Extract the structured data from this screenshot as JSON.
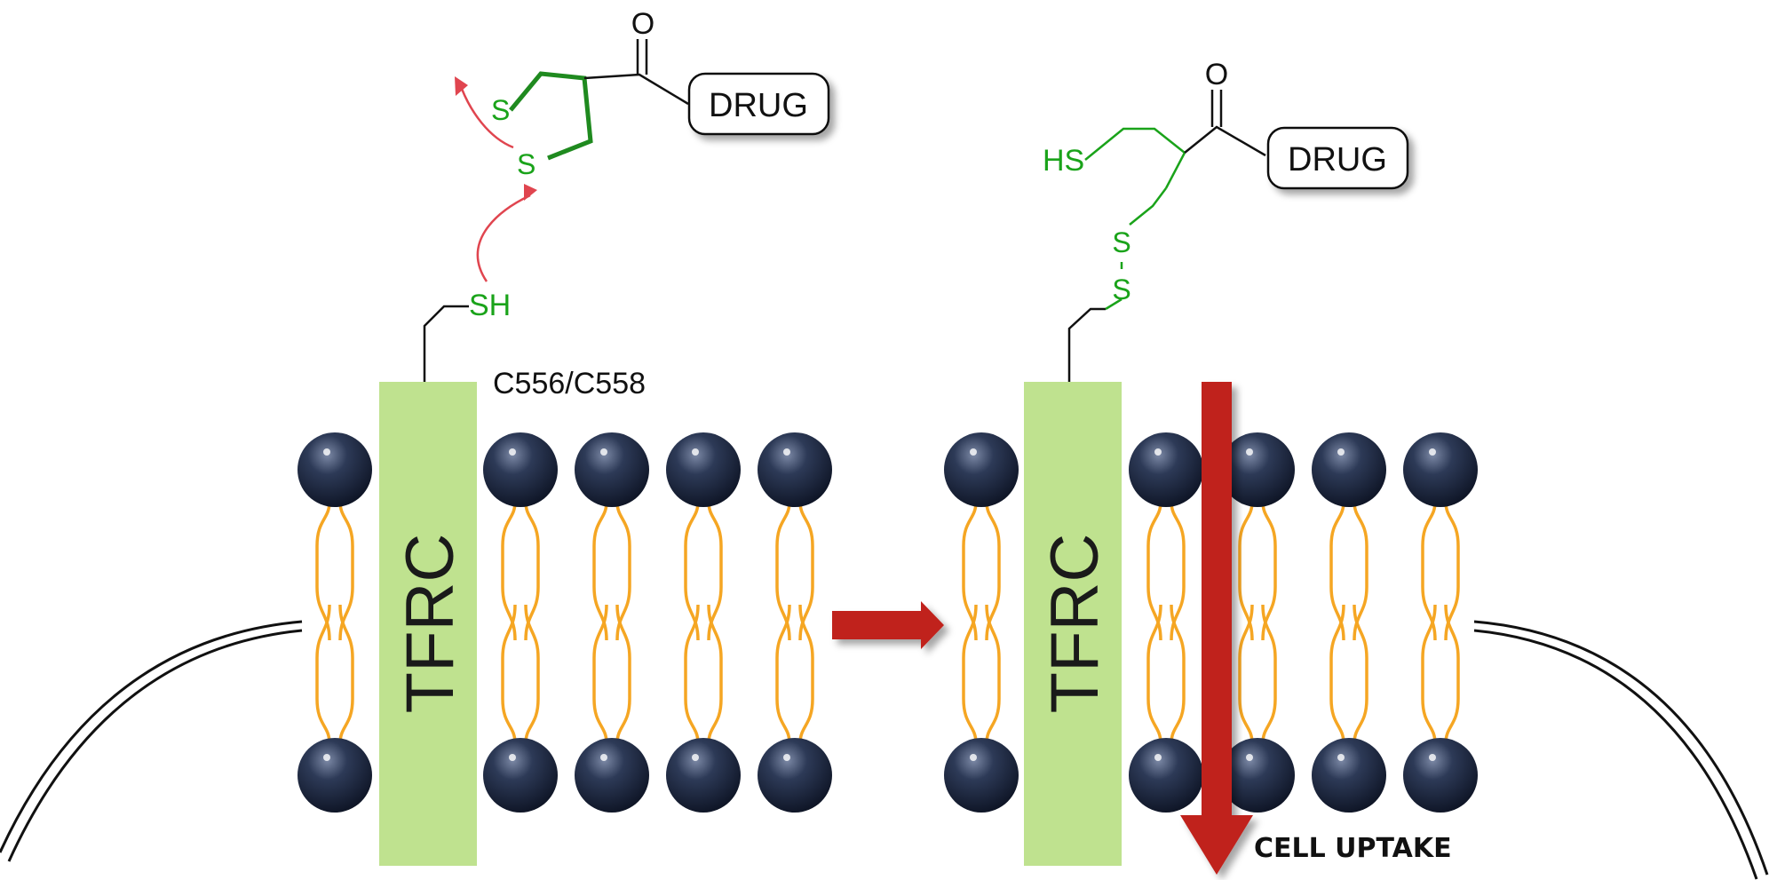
{
  "colors": {
    "protein": "#bfe28f",
    "lipid_tail": "#f5a623",
    "head": "#1f2a44",
    "green": "#1aa31a",
    "dark_green": "#1f8a1f",
    "arrow_red": "#c0201a",
    "curly_red": "#e0454f"
  },
  "left": {
    "protein_label": "TFRC",
    "thiol_label": "SH",
    "residue_label": "C556/C558",
    "ring_s_top": "S",
    "ring_s_bottom": "S",
    "carbonyl_o": "O",
    "drug_label": "DRUG"
  },
  "right": {
    "protein_label": "TFRC",
    "thiol_label": "HS",
    "s_top": "S",
    "s_bottom": "S",
    "carbonyl_o": "O",
    "drug_label": "DRUG",
    "uptake_label": "CELL UPTAKE"
  }
}
